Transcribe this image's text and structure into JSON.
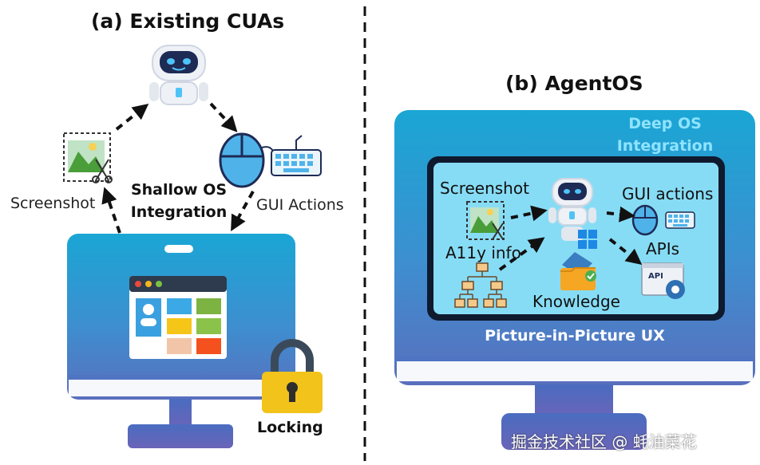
{
  "left_panel": {
    "title": "(a) Existing CUAs",
    "screenshot_label": "Screenshot",
    "gui_actions_label": "GUI Actions",
    "integration_line1": "Shallow OS",
    "integration_line2": "Integration",
    "locking_label": "Locking"
  },
  "right_panel": {
    "title": "(b) AgentOS",
    "integration_line1": "Deep OS",
    "integration_line2": "Integration",
    "screenshot_label": "Screenshot",
    "a11y_label": "A11y info",
    "knowledge_label": "Knowledge",
    "gui_actions_label": "GUI actions",
    "apis_label": "APIs",
    "api_icon_text": "API",
    "pip_label": "Picture-in-Picture UX"
  },
  "watermark": "掘金技术社区 @ 蚝油菜花",
  "colors": {
    "monitor_top": "#1aa6d4",
    "monitor_bottom": "#5a6fbd",
    "screen_inner": "#87dcf5",
    "pip_text": "#ffffff",
    "integration_text": "#8fe3ff",
    "lock_body": "#f2c31b"
  }
}
